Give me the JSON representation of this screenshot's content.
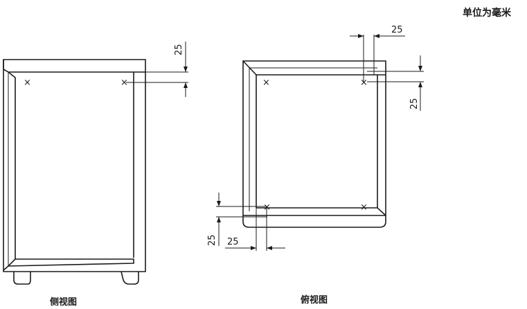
{
  "unit_note": "单位为毫米",
  "side_view": {
    "caption": "侧视图",
    "dim_label": "25"
  },
  "top_view": {
    "caption": "俯视图",
    "dim_top": "25",
    "dim_right": "25",
    "dim_left": "25",
    "dim_bottom": "25"
  },
  "markers": {
    "symbol": "×"
  }
}
